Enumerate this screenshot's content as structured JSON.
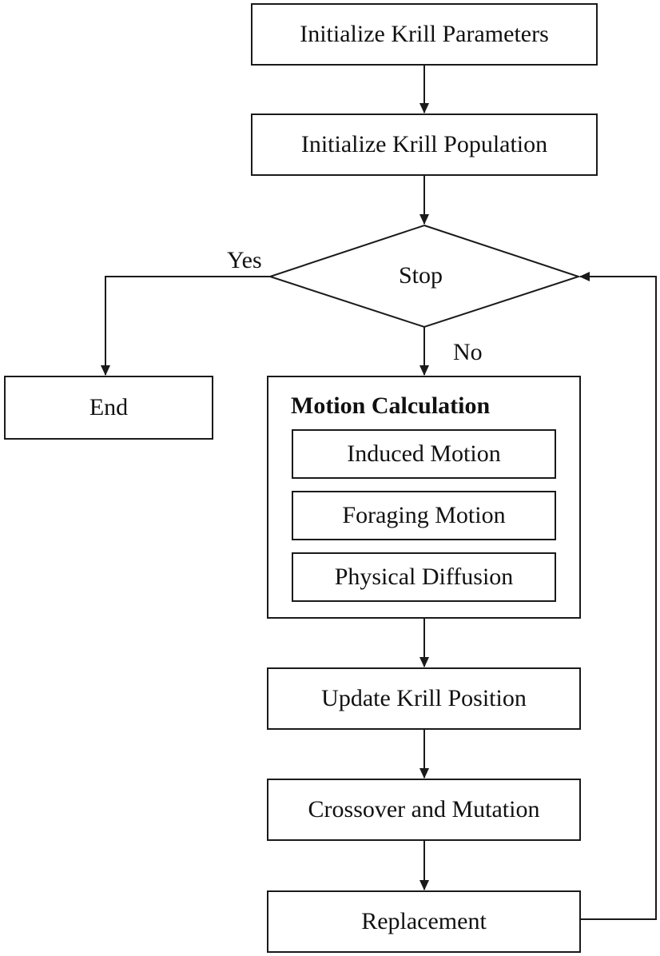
{
  "nodes": {
    "init_params": "Initialize Krill Parameters",
    "init_population": "Initialize Krill Population",
    "stop_decision": "Stop",
    "end": "End",
    "motion_group_title": "Motion Calculation",
    "induced_motion": "Induced Motion",
    "foraging_motion": "Foraging Motion",
    "physical_diffusion": "Physical Diffusion",
    "update_position": "Update Krill Position",
    "crossover_mutation": "Crossover and Mutation",
    "replacement": "Replacement"
  },
  "edges": {
    "yes_label": "Yes",
    "no_label": "No"
  }
}
